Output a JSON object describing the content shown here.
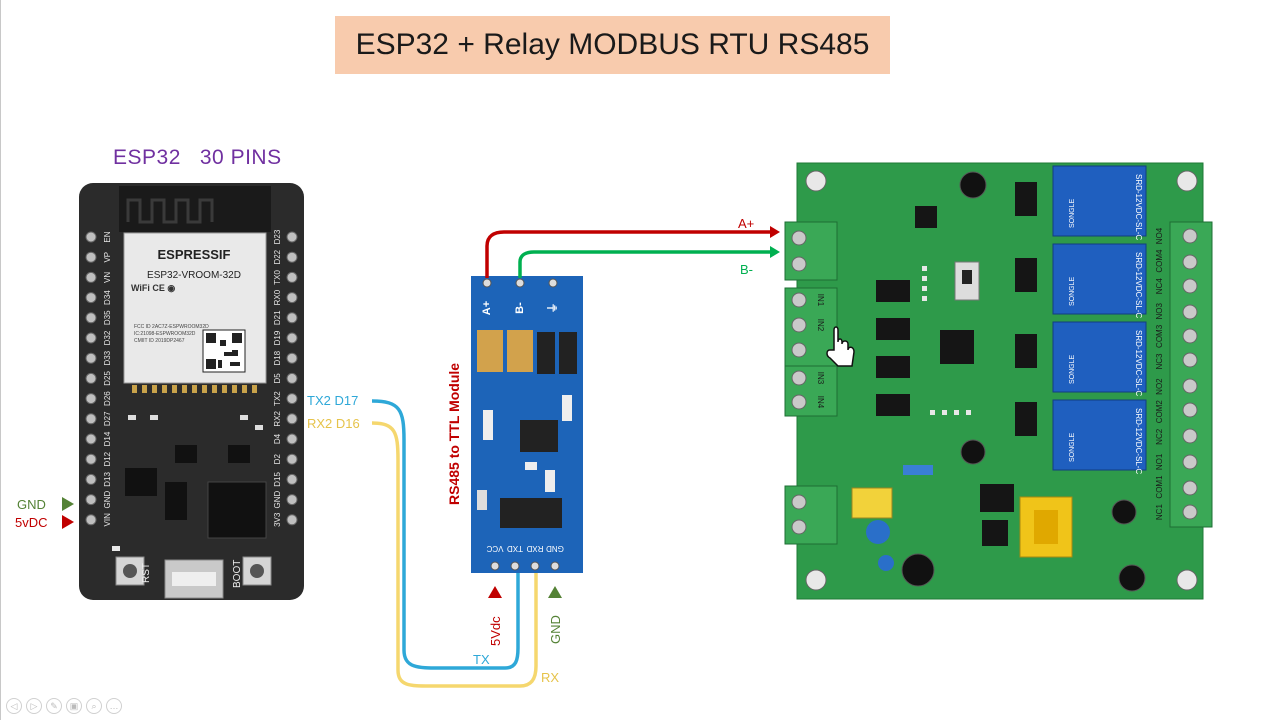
{
  "title": "ESP32 + Relay MODBUS RTU RS485",
  "esp32": {
    "label": "ESP32   30 PINS",
    "brand": "ESPRESSIF",
    "model": "ESP32-VROOM-32D",
    "fcc": "FCC ID 2AC7Z-ESPWROOM32D",
    "ic": "IC:21098-ESPWROOM32D",
    "cmiit": "CMIIT ID 2019DP2467",
    "btn_rst": "RST",
    "btn_boot": "BOOT",
    "left_pins": [
      "EN",
      "VP",
      "VN",
      "D34",
      "D35",
      "D32",
      "D33",
      "D25",
      "D26",
      "D27",
      "D14",
      "D12",
      "D13",
      "GND",
      "VIN"
    ],
    "right_pins": [
      "D23",
      "D22",
      "TX0",
      "RX0",
      "D21",
      "D19",
      "D18",
      "D5",
      "TX2",
      "RX2",
      "D4",
      "D2",
      "D15",
      "GND",
      "3V3"
    ]
  },
  "power": {
    "gnd": "GND",
    "vdc": "5vDC"
  },
  "connections": {
    "tx2": "TX2 D17",
    "rx2": "RX2 D16",
    "tx": "TX",
    "rx": "RX",
    "a_plus": "A+",
    "b_minus": "B-"
  },
  "rs485": {
    "label": "RS485 to TTL Module",
    "top_pins": [
      "A+",
      "B-",
      "⏚"
    ],
    "bottom_pins": [
      "VCC",
      "TXD",
      "RXD",
      "GND"
    ],
    "vdc": "5Vdc",
    "gnd": "GND"
  },
  "relay_board": {
    "relay_text": "SRD-12VDC-SL-C",
    "brand": "SONGLE",
    "inputs": [
      "IN1",
      "IN2",
      "IN3",
      "IN4"
    ],
    "outputs": [
      "NO4",
      "COM4",
      "NC4",
      "NO3",
      "COM3",
      "NC3",
      "NO2",
      "COM2",
      "NC2",
      "NO1",
      "COM1",
      "NC1"
    ]
  },
  "colors": {
    "title_bg": "#f8cbad",
    "esp_label": "#7030a0",
    "wire_red": "#c00000",
    "wire_green": "#00b050",
    "wire_blue": "#2ea8d8",
    "wire_yellow": "#f5d76e",
    "rs485_label": "#c00000",
    "board_green": "#2e9a4a",
    "relay_blue": "#1f5fbf"
  }
}
